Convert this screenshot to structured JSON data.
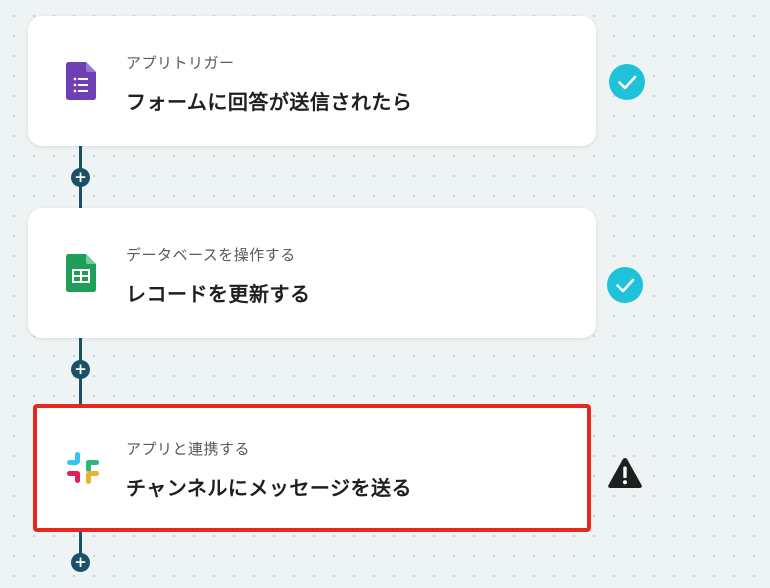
{
  "flow": {
    "steps": [
      {
        "subtitle": "アプリトリガー",
        "title": "フォームに回答が送信されたら",
        "app_icon": "google-forms-icon",
        "status": "check-circle-icon"
      },
      {
        "subtitle": "データベースを操作する",
        "title": "レコードを更新する",
        "app_icon": "google-sheets-icon",
        "status": "check-circle-icon"
      },
      {
        "subtitle": "アプリと連携する",
        "title": "チャンネルにメッセージを送る",
        "app_icon": "slack-icon",
        "status": "warning-triangle-icon"
      }
    ],
    "add_button_symbol": "+"
  },
  "colors": {
    "background": "#eef3f3",
    "connector": "#1a5068",
    "check": "#1fc2d9",
    "highlight_border": "#e5291c",
    "forms": "#6e3fb4",
    "sheets": "#1e9e58"
  }
}
